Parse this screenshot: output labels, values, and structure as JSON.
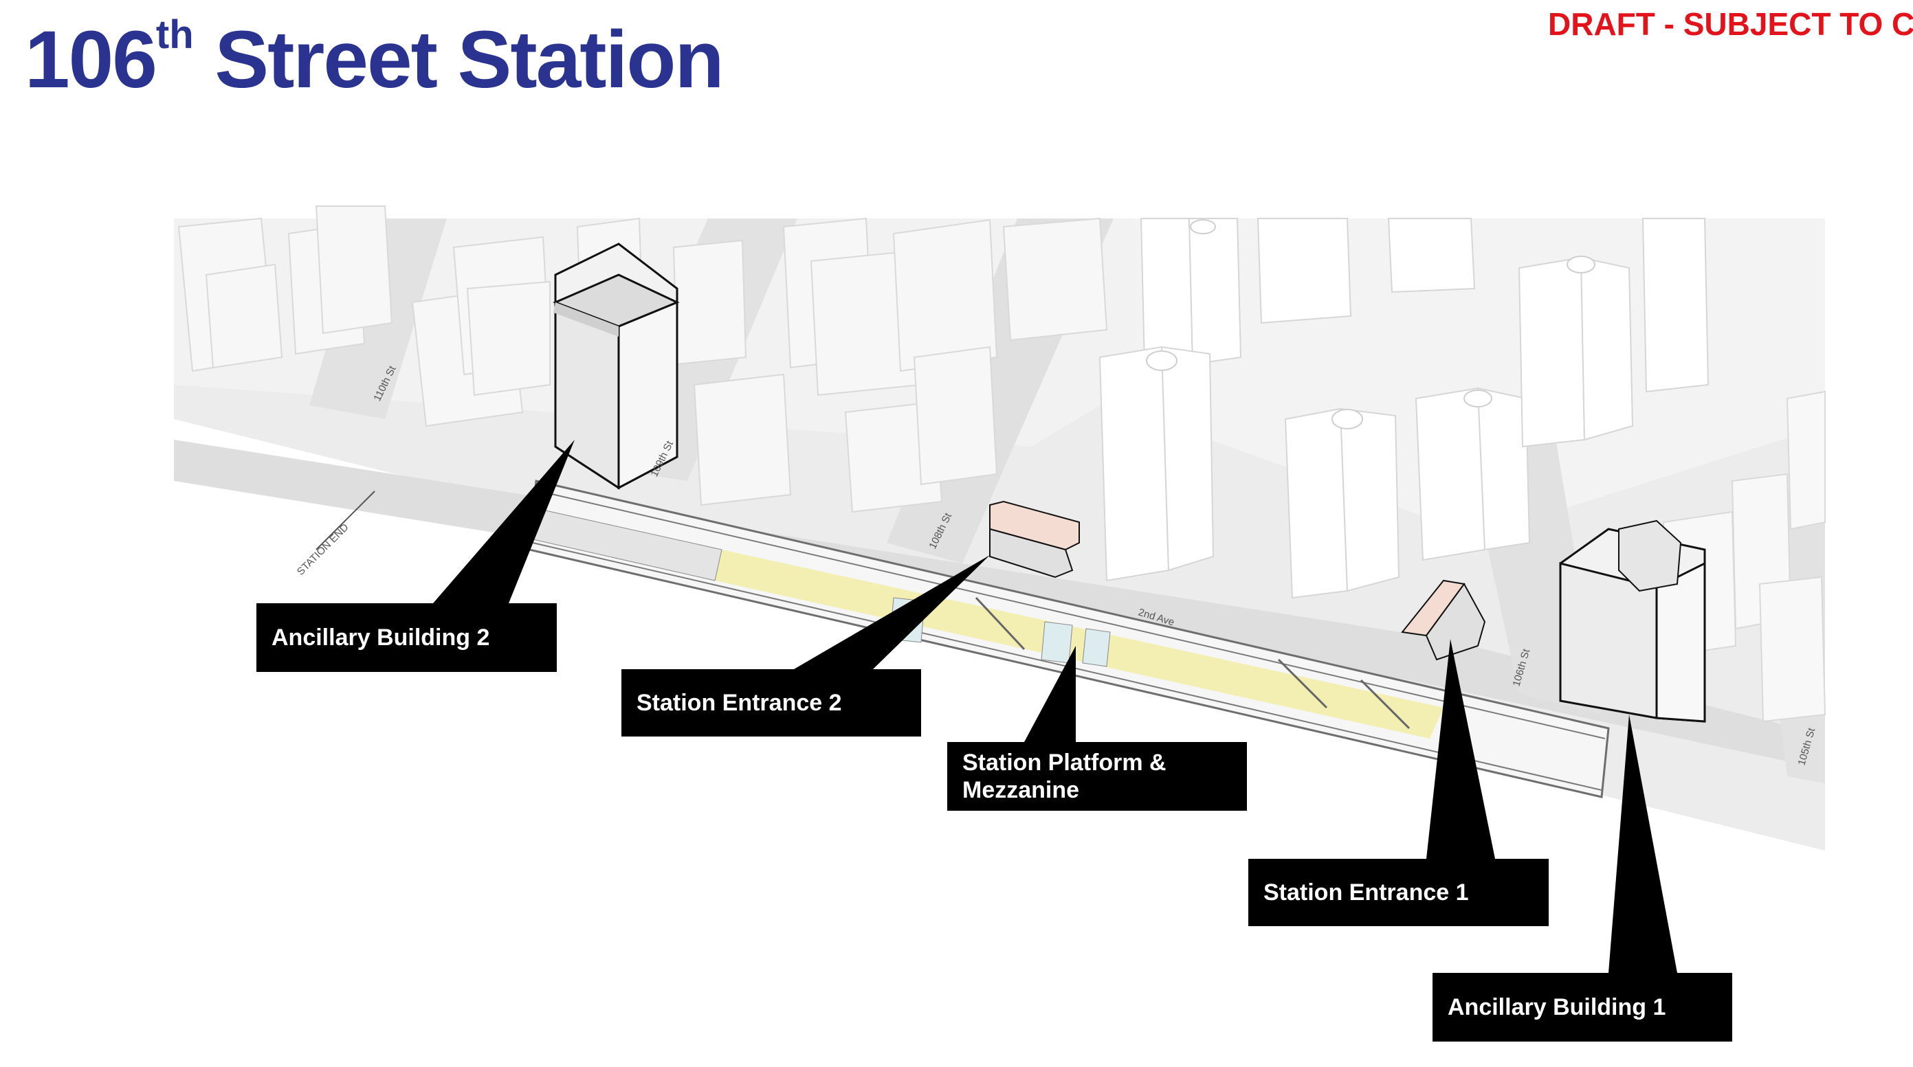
{
  "header": {
    "title_main": "106",
    "title_sup": "th",
    "title_rest": " Street Station",
    "draft_notice": "DRAFT - SUBJECT TO C"
  },
  "streets": {
    "s110": "110th St",
    "s109": "109th St",
    "s108": "108th St",
    "avenue": "2nd Ave",
    "s106": "106th St",
    "s105": "105th St",
    "station_end": "STATION END"
  },
  "callouts": {
    "ancillary_2": "Ancillary Building 2",
    "entrance_2": "Station Entrance 2",
    "platform_line1": "Station Platform &",
    "platform_line2": "Mezzanine",
    "entrance_1": "Station Entrance 1",
    "ancillary_1": "Ancillary Building 1"
  },
  "colors": {
    "title": "#2b3390",
    "draft": "#e3131b",
    "platform": "#f3efb3",
    "entrance_roof": "#f4dcd3",
    "callout_bg": "#000000"
  }
}
